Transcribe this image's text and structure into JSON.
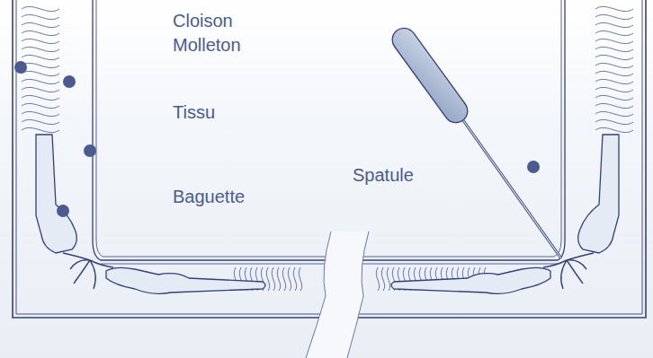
{
  "diagram": {
    "labels": [
      "Cloison",
      "Molleton",
      "Tissu",
      "Baguette",
      "Spatule"
    ]
  }
}
